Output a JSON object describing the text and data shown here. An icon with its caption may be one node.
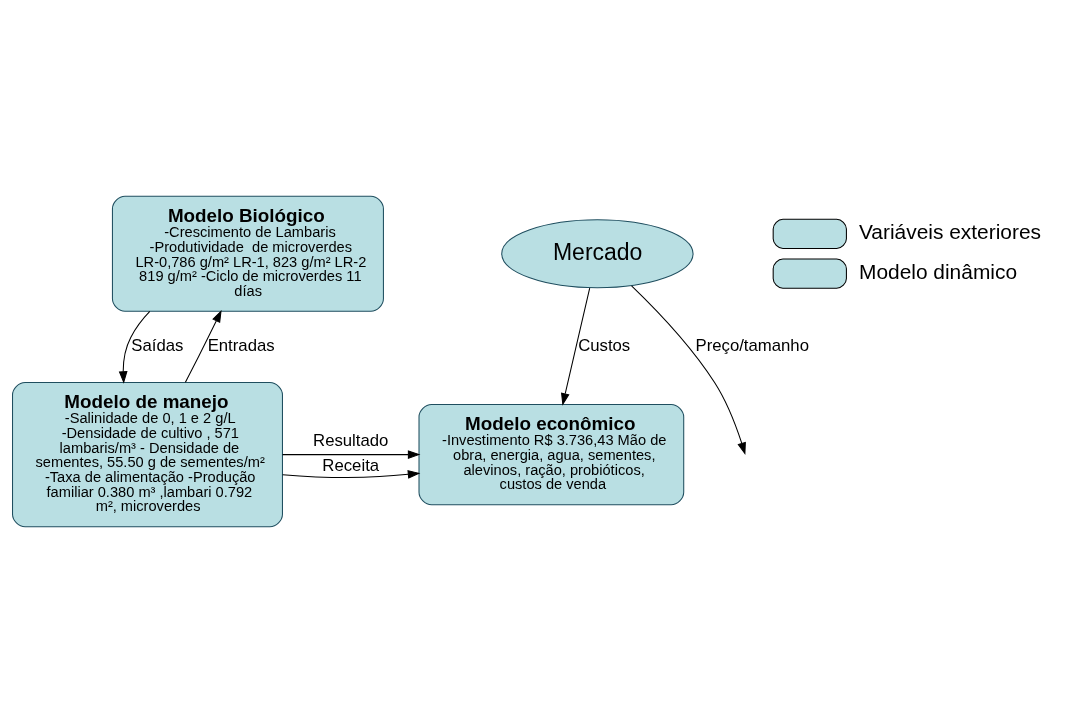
{
  "diagram": {
    "nodes": [
      {
        "text": [
          "Modelo Biológico",
          "-Crescimento de Lambaris -Produtividade  de microverdes LR-0,786 g/m² LR-1, 823 g/m² LR-2 819 g/m² -Ciclo de microverdes 11 días"
        ]
      },
      {
        "text": [
          "Modelo de manejo",
          "-Salinidade de 0, 1 e 2 g/L -Densidade de cultivo , 571 lambaris/m³ - Densidade de sementes, 55.50 g de sementes/m² -Taxa de alimentação -Produção familiar 0.380 m³ ,lambari 0.792 m², microverdes"
        ]
      },
      {
        "text": [
          "Modelo econômico",
          "-Investimento R$ 3.736,43 Mão de obra, energia, agua, sementes, alevinos, ração, probióticos, custos de venda"
        ]
      },
      {
        "text": [
          "Mercado"
        ]
      }
    ],
    "edges": [
      {
        "from": 1,
        "to": 0,
        "arrow": "to",
        "label": "Entradas"
      },
      {
        "from": 0,
        "to": 1,
        "arrow": "to",
        "label": "Saídas"
      },
      {
        "from": 1,
        "to": 2,
        "arrow": "to",
        "label": "Resultado"
      },
      {
        "from": 3,
        "to": 2,
        "arrow": "to",
        "label": "Custos"
      },
      {
        "from": 3,
        "to": null,
        "arrow": "to",
        "label": "Preço/tamanho"
      },
      {
        "from": 1,
        "to": 2,
        "arrow": "to",
        "label": "Receita"
      }
    ],
    "legend": [
      {
        "text": "Variáveis exteriores"
      },
      {
        "text": "Modelo dinâmico"
      }
    ]
  }
}
